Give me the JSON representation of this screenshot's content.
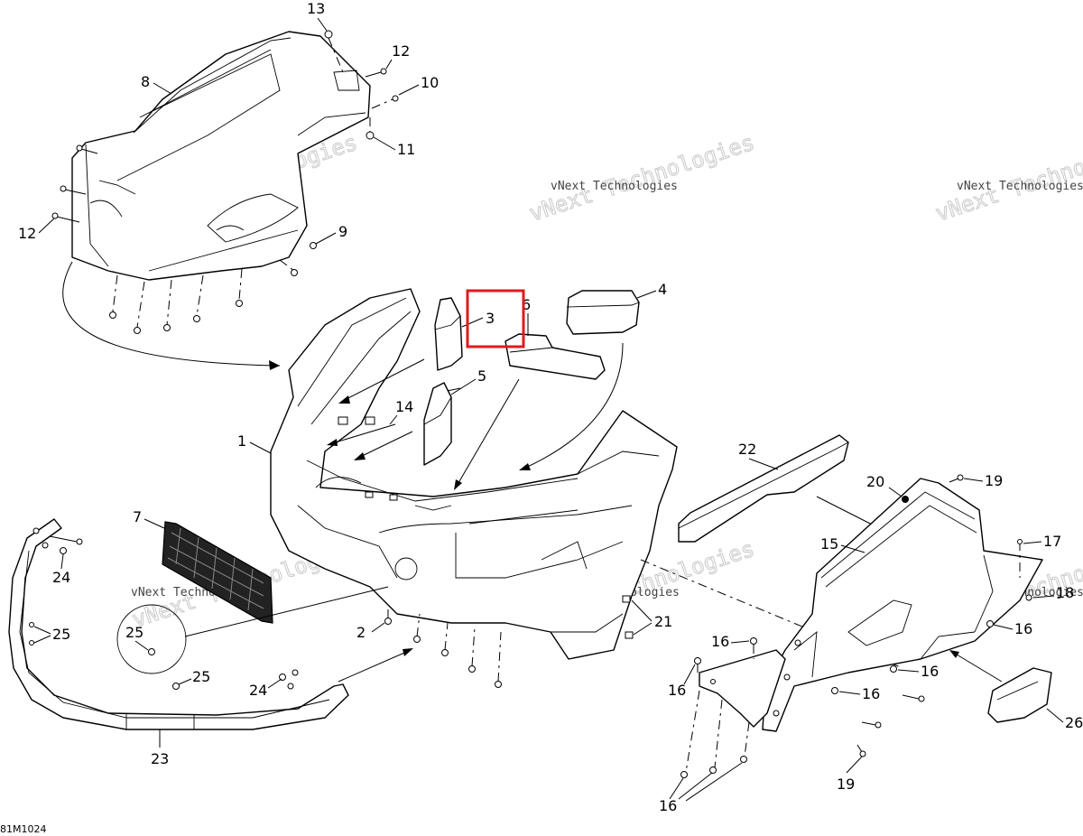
{
  "diagram": {
    "id_label": "81M1024",
    "watermark_text": "vNext Technologies",
    "highlight_color": "#e01b1b",
    "callouts": {
      "c1": "1",
      "c2": "2",
      "c3": "3",
      "c4": "4",
      "c5": "5",
      "c6": "6",
      "c7": "7",
      "c8": "8",
      "c9": "9",
      "c10": "10",
      "c11": "11",
      "c12": "12",
      "c13": "13",
      "c14": "14",
      "c15": "15",
      "c16": "16",
      "c17": "17",
      "c18": "18",
      "c19": "19",
      "c20": "20",
      "c21": "21",
      "c22": "22",
      "c23": "23",
      "c24": "24",
      "c25": "25",
      "c26": "26"
    }
  }
}
